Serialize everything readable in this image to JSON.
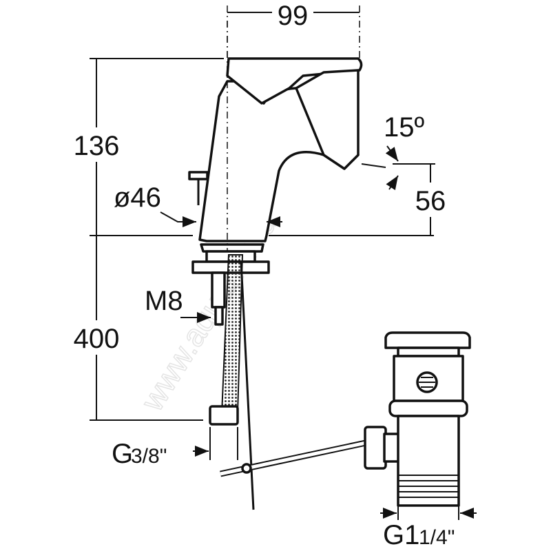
{
  "dimensions": {
    "width_top": "99",
    "height_body": "136",
    "angle": "15º",
    "spout_height": "56",
    "body_diameter": "ø46",
    "stud_thread": "M8",
    "height_below": "400",
    "supply_thread_prefix": "G",
    "supply_thread_fraction": "3/8\"",
    "waste_thread_prefix": "G1",
    "waste_thread_fraction": "1/4\""
  },
  "watermark": "www.aquamir.ru"
}
